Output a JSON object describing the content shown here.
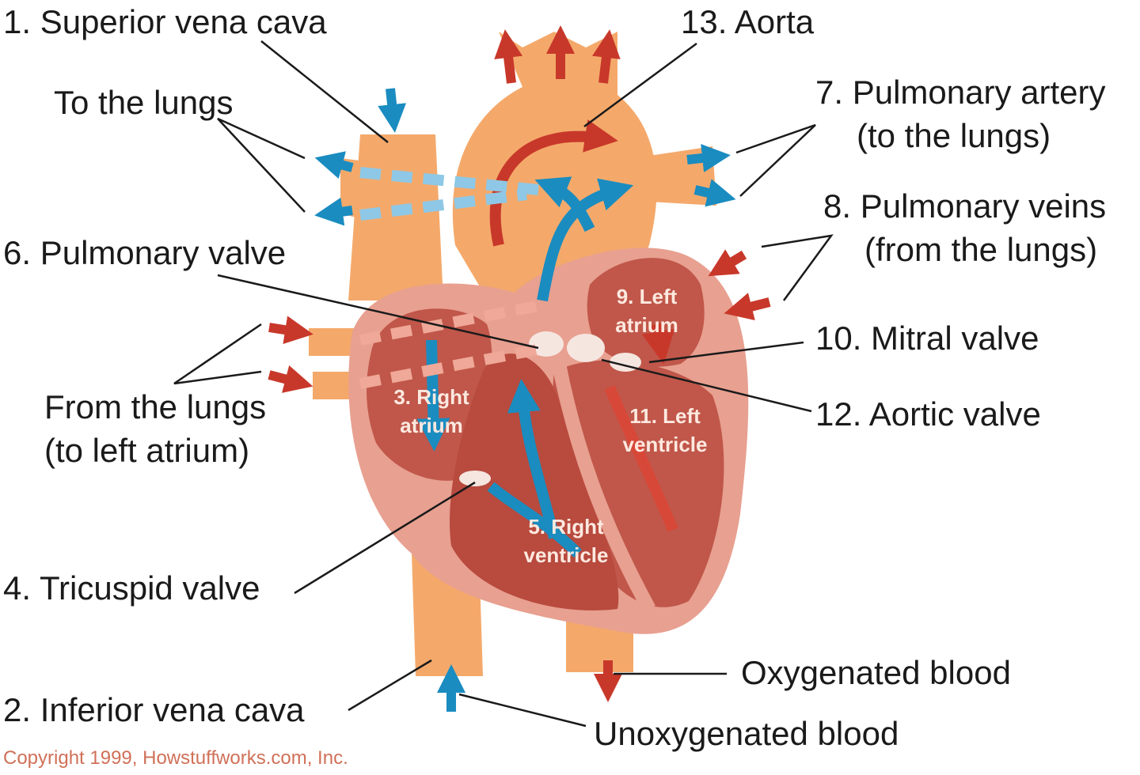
{
  "labels": {
    "superior_vena_cava": "1. Superior vena cava",
    "to_the_lungs": "To the lungs",
    "pulmonary_valve": "6. Pulmonary valve",
    "from_the_lungs_line1": "From the lungs",
    "from_the_lungs_line2": "(to left atrium)",
    "tricuspid_valve": "4. Tricuspid valve",
    "inferior_vena_cava": "2. Inferior vena cava",
    "aorta": "13. Aorta",
    "pulmonary_artery_line1": "7. Pulmonary artery",
    "pulmonary_artery_line2": "(to the lungs)",
    "pulmonary_veins_line1": "8. Pulmonary veins",
    "pulmonary_veins_line2": "(from the lungs)",
    "mitral_valve": "10. Mitral valve",
    "aortic_valve": "12. Aortic valve",
    "oxygenated_blood": "Oxygenated blood",
    "unoxygenated_blood": "Unoxygenated blood"
  },
  "chambers": {
    "right_atrium": "3. Right\natrium",
    "left_atrium": "9. Left\natrium",
    "left_ventricle": "11. Left\nventricle",
    "right_ventricle": "5. Right\nventricle"
  },
  "copyright": "Copyright 1999, Howstuffworks.com, Inc.",
  "colors": {
    "oxygenated": "#c8382a",
    "unoxygenated": "#1a8cc0",
    "vessel": "#f4a96b",
    "heart_wall": "#e8a090",
    "chamber": "#c0574a"
  }
}
